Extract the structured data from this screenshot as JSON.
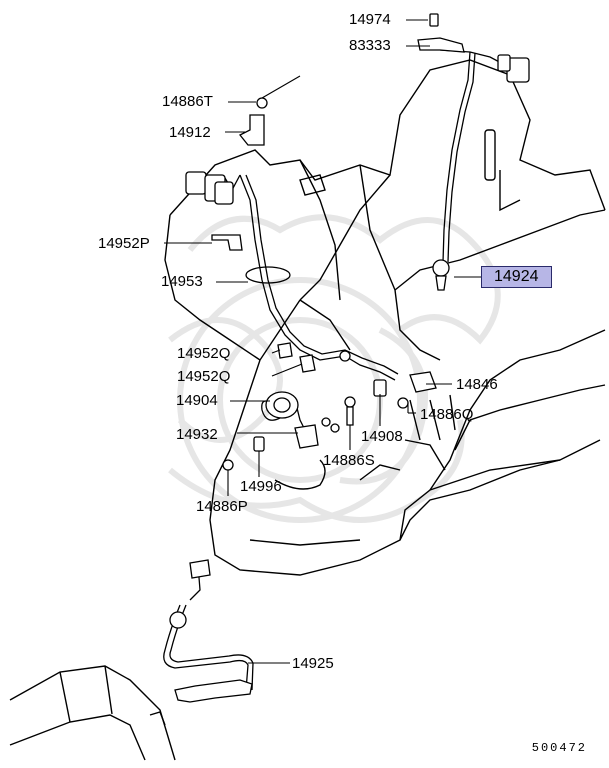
{
  "callouts": {
    "p14974": "14974",
    "p83333": "83333",
    "p14886T": "14886T",
    "p14912": "14912",
    "p14952P": "14952P",
    "p14953": "14953",
    "p14924": "14924",
    "p14952Q_a": "14952Q",
    "p14952Q_b": "14952Q",
    "p14904": "14904",
    "p14846": "14846",
    "p14886Q": "14886Q",
    "p14932": "14932",
    "p14908": "14908",
    "p14886S": "14886S",
    "p14996": "14996",
    "p14886P": "14886P",
    "p14925": "14925"
  },
  "diagram_id": "500472",
  "highlight": {
    "part": "14924",
    "fill": "#b7b6e6",
    "border": "#2a2a6a"
  },
  "colors": {
    "line": "#000000",
    "watermark": "#e6e6e6"
  }
}
